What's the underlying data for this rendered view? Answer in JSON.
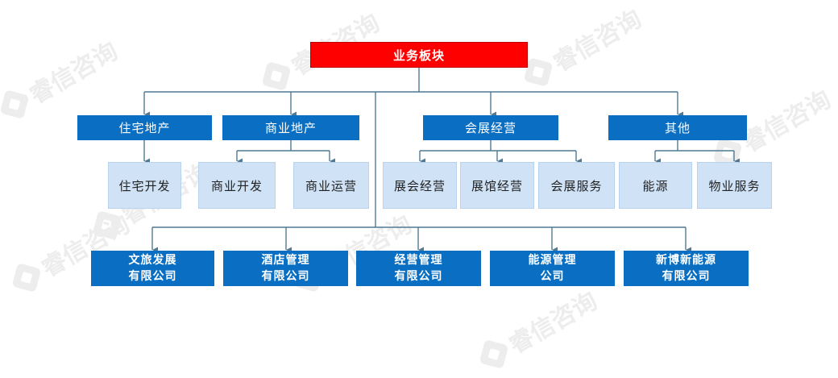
{
  "watermark": {
    "text": "睿信咨询"
  },
  "root": {
    "label": "业务板块"
  },
  "segments": [
    {
      "label": "住宅地产",
      "children": [
        "住宅开发"
      ]
    },
    {
      "label": "商业地产",
      "children": [
        "商业开发",
        "商业运营"
      ]
    },
    {
      "label": "会展经营",
      "children": [
        "展会经营",
        "展馆经营",
        "会展服务"
      ]
    },
    {
      "label": "其他",
      "children": [
        "能源",
        "物业服务"
      ]
    }
  ],
  "companies": [
    {
      "line1": "文旅发展",
      "line2": "有限公司"
    },
    {
      "line1": "酒店管理",
      "line2": "有限公司"
    },
    {
      "line1": "经营管理",
      "line2": "有限公司"
    },
    {
      "line1": "能源管理",
      "line2": "公司"
    },
    {
      "line1": "新博新能源",
      "line2": "有限公司"
    }
  ],
  "colors": {
    "root_fill": "#ff0000",
    "segment_fill": "#0a6fc2",
    "sub_fill": "#cfe2f6",
    "company_fill": "#0a6fc2",
    "connector": "#4f7a94"
  }
}
